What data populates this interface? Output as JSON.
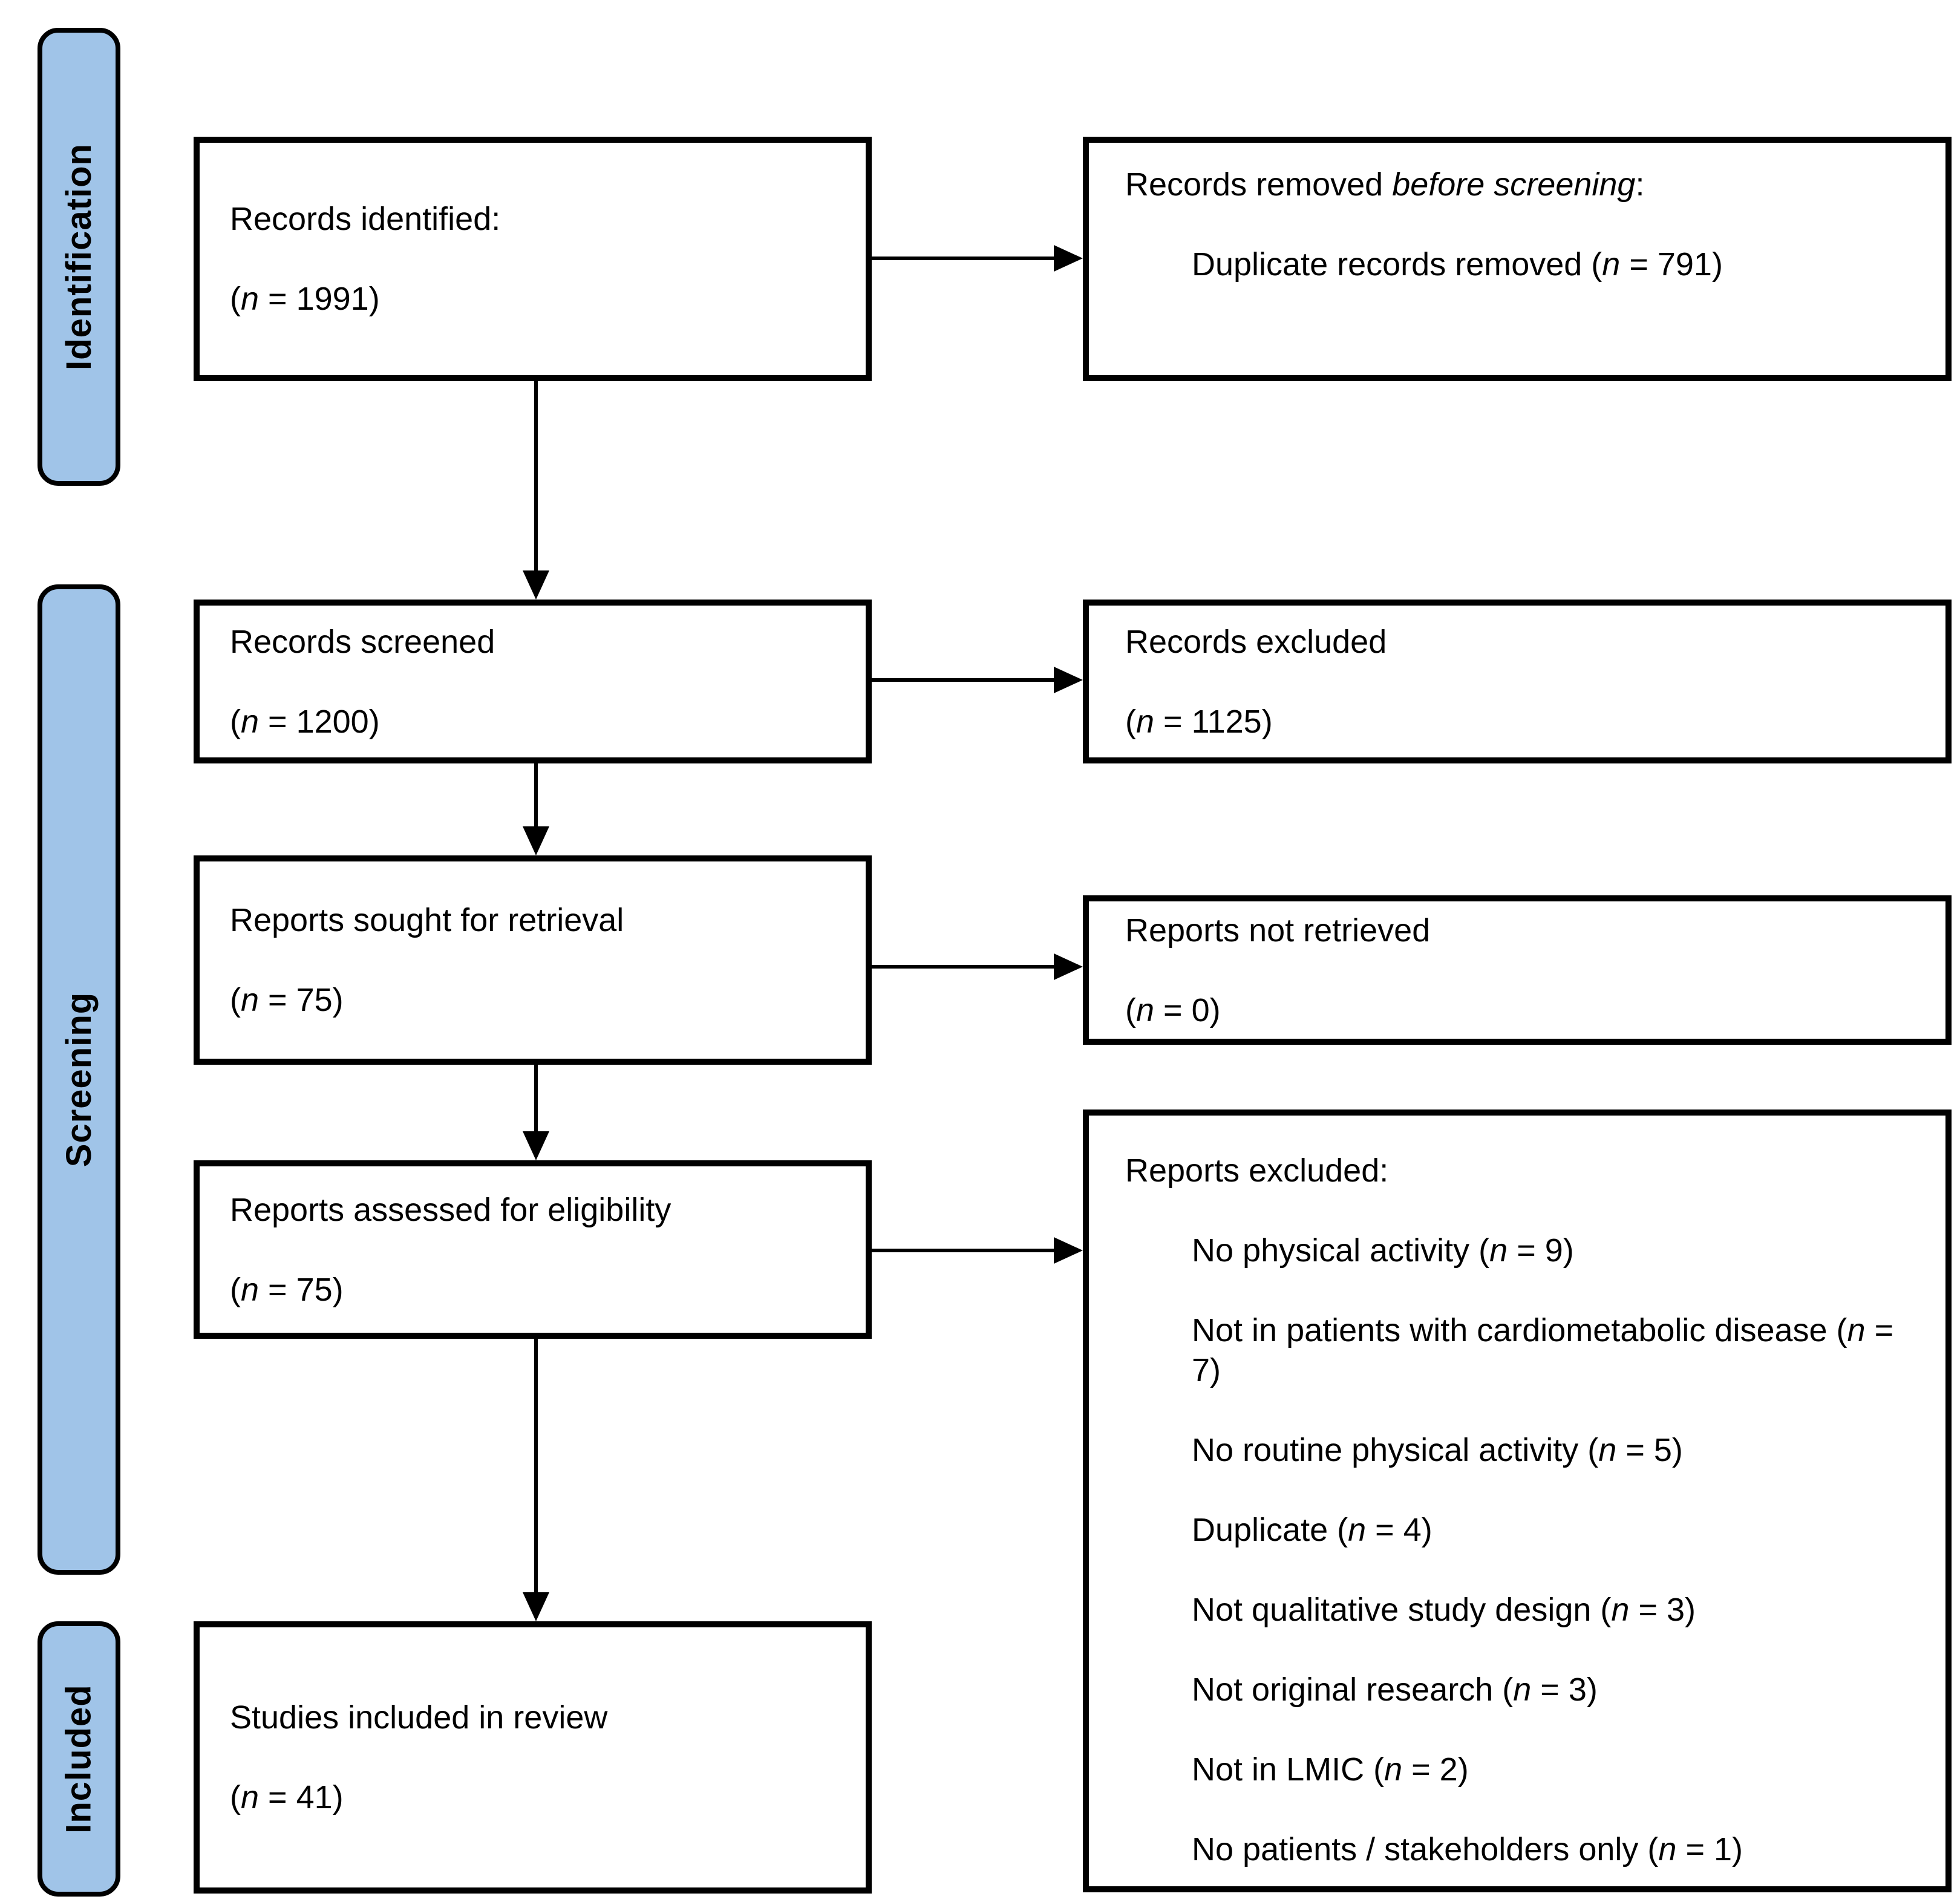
{
  "stages": [
    {
      "label": "Identification"
    },
    {
      "label": "Screening"
    },
    {
      "label": "Included"
    }
  ],
  "boxes": {
    "records_identified": {
      "lines": [
        "Records identified:",
        "(*n* = 1991)"
      ]
    },
    "records_removed": {
      "header": "Records removed *before screening*:",
      "items": [
        "Duplicate records removed (*n* = 791)"
      ]
    },
    "records_screened": {
      "lines": [
        "Records screened",
        "(*n* = 1200)"
      ]
    },
    "records_excluded": {
      "lines": [
        "Records excluded",
        "(*n* = 1125)"
      ]
    },
    "reports_sought": {
      "lines": [
        "Reports sought for retrieval",
        "(*n* = 75)"
      ]
    },
    "reports_not_retrieved": {
      "lines": [
        "Reports not retrieved",
        "(*n* = 0)"
      ]
    },
    "reports_assessed": {
      "lines": [
        "Reports assessed for eligibility",
        "(*n* = 75)"
      ]
    },
    "reports_excluded": {
      "header": "Reports excluded:",
      "items": [
        "No physical activity (*n* = 9)",
        "Not in patients with cardiometabolic disease (*n* = 7)",
        "No routine physical activity (*n* = 5)",
        "Duplicate (*n* = 4)",
        "Not qualitative study design (*n* = 3)",
        "Not original research (*n* = 3)",
        "Not in LMIC (*n* = 2)",
        "No patients / stakeholders only (*n* = 1)"
      ]
    },
    "studies_included": {
      "lines": [
        "Studies included in review",
        "(*n* = 41)"
      ]
    }
  },
  "colors": {
    "stage_fill": "#A0C4E8",
    "stage_border": "#000000",
    "box_border": "#000000",
    "box_background": "#FFFFFF",
    "arrow": "#000000",
    "text": "#000000",
    "background": "#FFFFFF"
  }
}
